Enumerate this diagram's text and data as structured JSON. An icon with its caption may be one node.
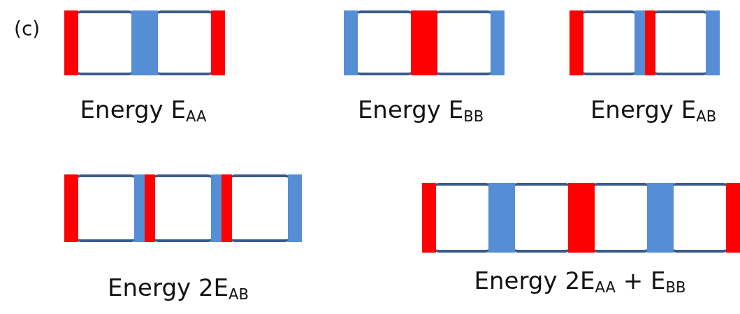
{
  "diagram": {
    "labels": [
      "(c)",
      "Energy E$_{AA}$",
      "Energy E$_{BB}$",
      "Energy E$_{AB}$",
      "Energy 2E$_{AB}$",
      "Energy 2E$_{AA}$ + E$_{BB}$"
    ]
  }
}
